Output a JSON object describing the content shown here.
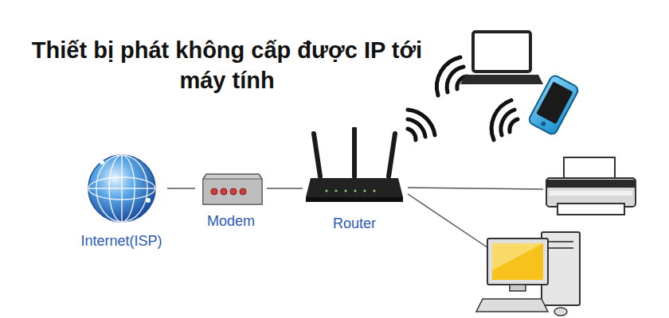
{
  "diagram": {
    "title": "Thiết bị phát không cấp được IP tới máy tính",
    "nodes": [
      {
        "text": [
          "Internet(ISP)"
        ]
      },
      {
        "text": [
          "Modem"
        ]
      },
      {
        "text": [
          "Router"
        ]
      }
    ],
    "edges": [
      {
        "from": 0,
        "to": 1,
        "arrow": "none"
      },
      {
        "from": 1,
        "to": 2,
        "arrow": "none"
      }
    ]
  }
}
